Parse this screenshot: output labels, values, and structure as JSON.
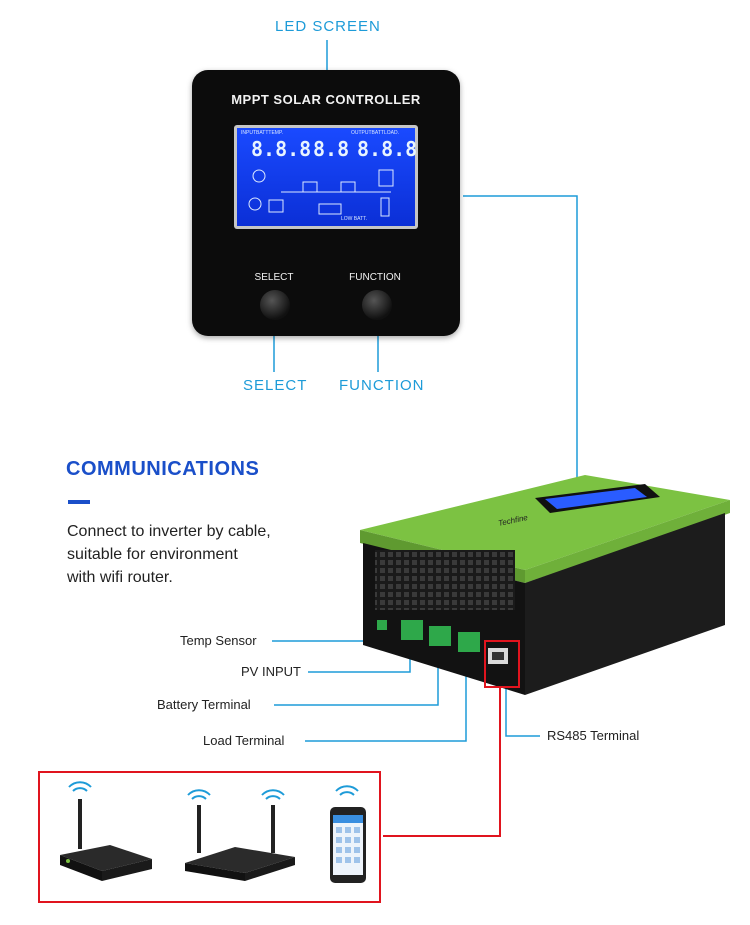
{
  "callouts": {
    "led_screen": "LED SCREEN",
    "select": "SELECT",
    "function": "FUNCTION"
  },
  "panel": {
    "title": "MPPT SOLAR CONTROLLER",
    "select_button": "SELECT",
    "function_button": "FUNCTION",
    "lcd": {
      "left_label": "INPUTBATTTEMP.",
      "right_label": "OUTPUTBATTLOAD.",
      "seg_left": "8.8.8",
      "seg_mid": "8.8",
      "seg_right": "8.8.8",
      "low_batt": "LOW BATT."
    }
  },
  "communications": {
    "heading": "COMMUNICATIONS",
    "line1": "Connect to inverter by cable,",
    "line2": "suitable for environment",
    "line3": "with wifi router."
  },
  "terminals": {
    "temp_sensor": "Temp Sensor",
    "pv_input": "PV INPUT",
    "battery": "Battery Terminal",
    "load": "Load Terminal",
    "rs485": "RS485 Terminal"
  },
  "device": {
    "brand": "Techfine"
  },
  "colors": {
    "accent_blue": "#1d9bd8",
    "heading_blue": "#1a4fc9",
    "device_green": "#7cc242",
    "highlight_red": "#e0141e"
  }
}
